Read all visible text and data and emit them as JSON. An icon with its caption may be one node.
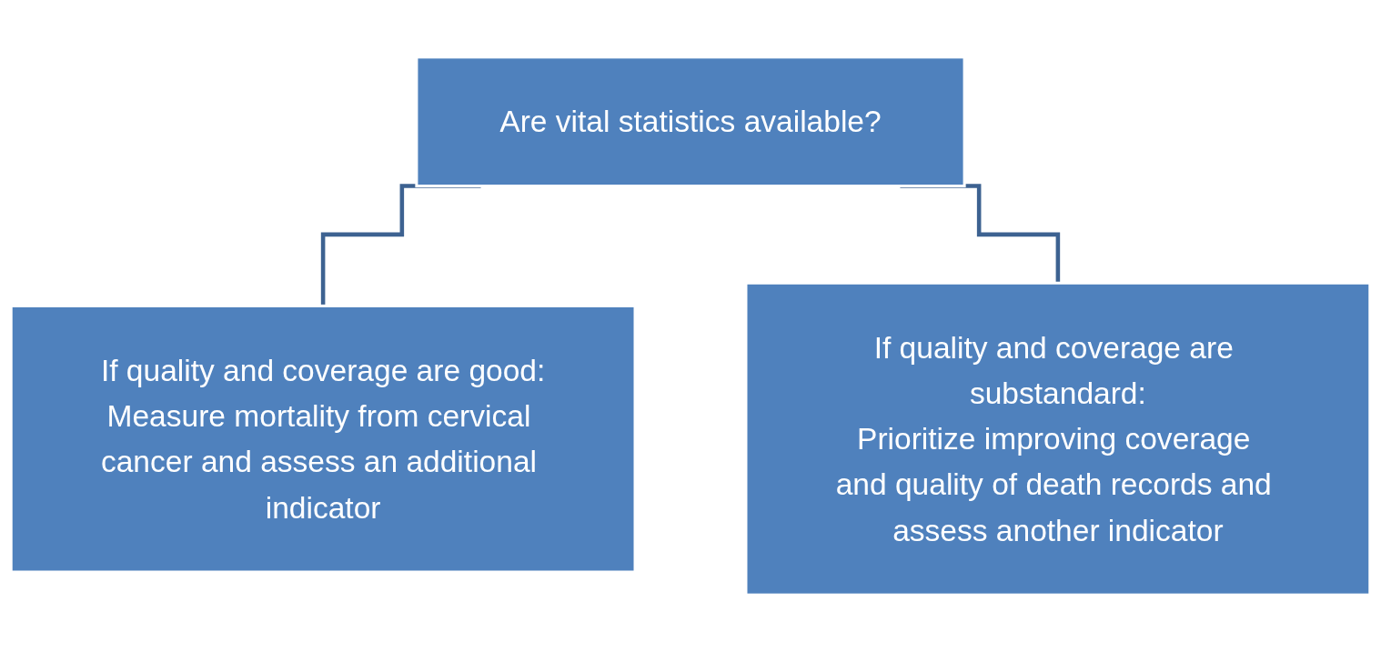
{
  "diagram": {
    "nodes": [
      {
        "text": [
          "Are vital statistics available?"
        ]
      },
      {
        "text": [
          "If quality and coverage are good:",
          "Measure mortality from cervical cancer and assess an additional indicator"
        ]
      },
      {
        "text": [
          "If quality and coverage are substandard:",
          "Prioritize improving coverage and quality of death records and assess another indicator"
        ]
      }
    ],
    "edges": [
      {
        "from": 0,
        "to": 1,
        "arrow": "none"
      },
      {
        "from": 0,
        "to": 2,
        "arrow": "none"
      }
    ]
  }
}
